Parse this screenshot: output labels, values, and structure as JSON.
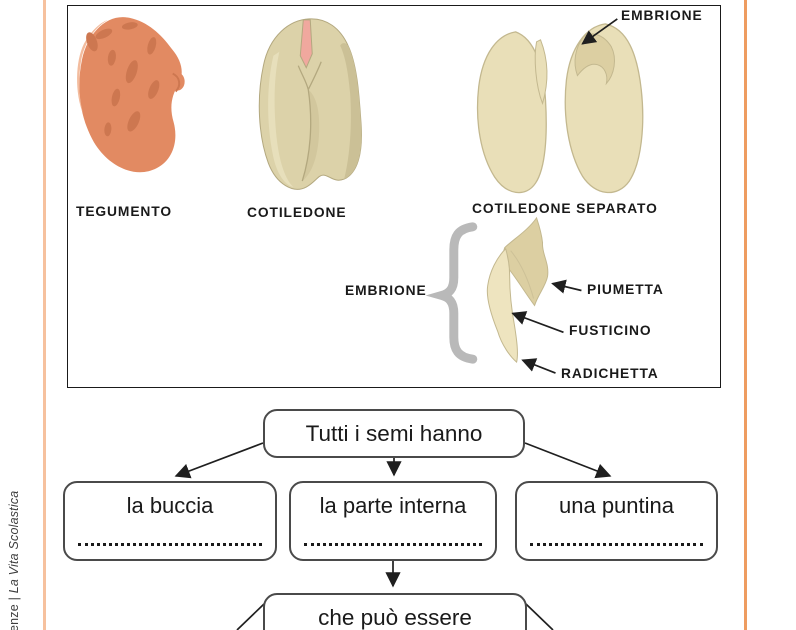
{
  "colors": {
    "accent-left": "#f6c19e",
    "accent-right": "#ee9c60",
    "ink": "#1a1a1a",
    "caption": "#3d3d3d",
    "node-border": "#4a4a4a",
    "arrow": "#1f1f1f",
    "bean-body": "#e28a62",
    "bean-spot": "#cd7750",
    "bean-highlight": "#f3bc9e",
    "cotyledon": "#dcd2a9",
    "cotyledon-light": "#e7dfbb",
    "cotyledon-shade": "#cbc096",
    "cotyledon-outline": "#b3a87f",
    "slit-pink": "#f0a89e",
    "separated": "#e9dfb8",
    "separated-outline": "#c3b88f",
    "embryo-detail": "#dccfa2",
    "embryo-stem": "#eee4bf",
    "brace": "#b9b9b9"
  },
  "side_caption": {
    "prefix": "enze | ",
    "title": "La Vita Scolastica"
  },
  "seed_diagram": {
    "labels": {
      "tegumento": "TEGUMENTO",
      "cotiledone": "COTILEDONE",
      "cotiledone_separato": "COTILEDONE SEPARATO",
      "embrione_pointer": "EMBRIONE",
      "embrione_brace": "EMBRIONE",
      "piumetta": "PIUMETTA",
      "fusticino": "FUSTICINO",
      "radichetta": "RADICHETTA"
    }
  },
  "concept_map": {
    "root": {
      "label": "Tutti i semi hanno"
    },
    "children": [
      {
        "label": "la buccia"
      },
      {
        "label": "la parte interna"
      },
      {
        "label": "una puntina"
      }
    ],
    "followup": {
      "label": "che può essere"
    }
  }
}
